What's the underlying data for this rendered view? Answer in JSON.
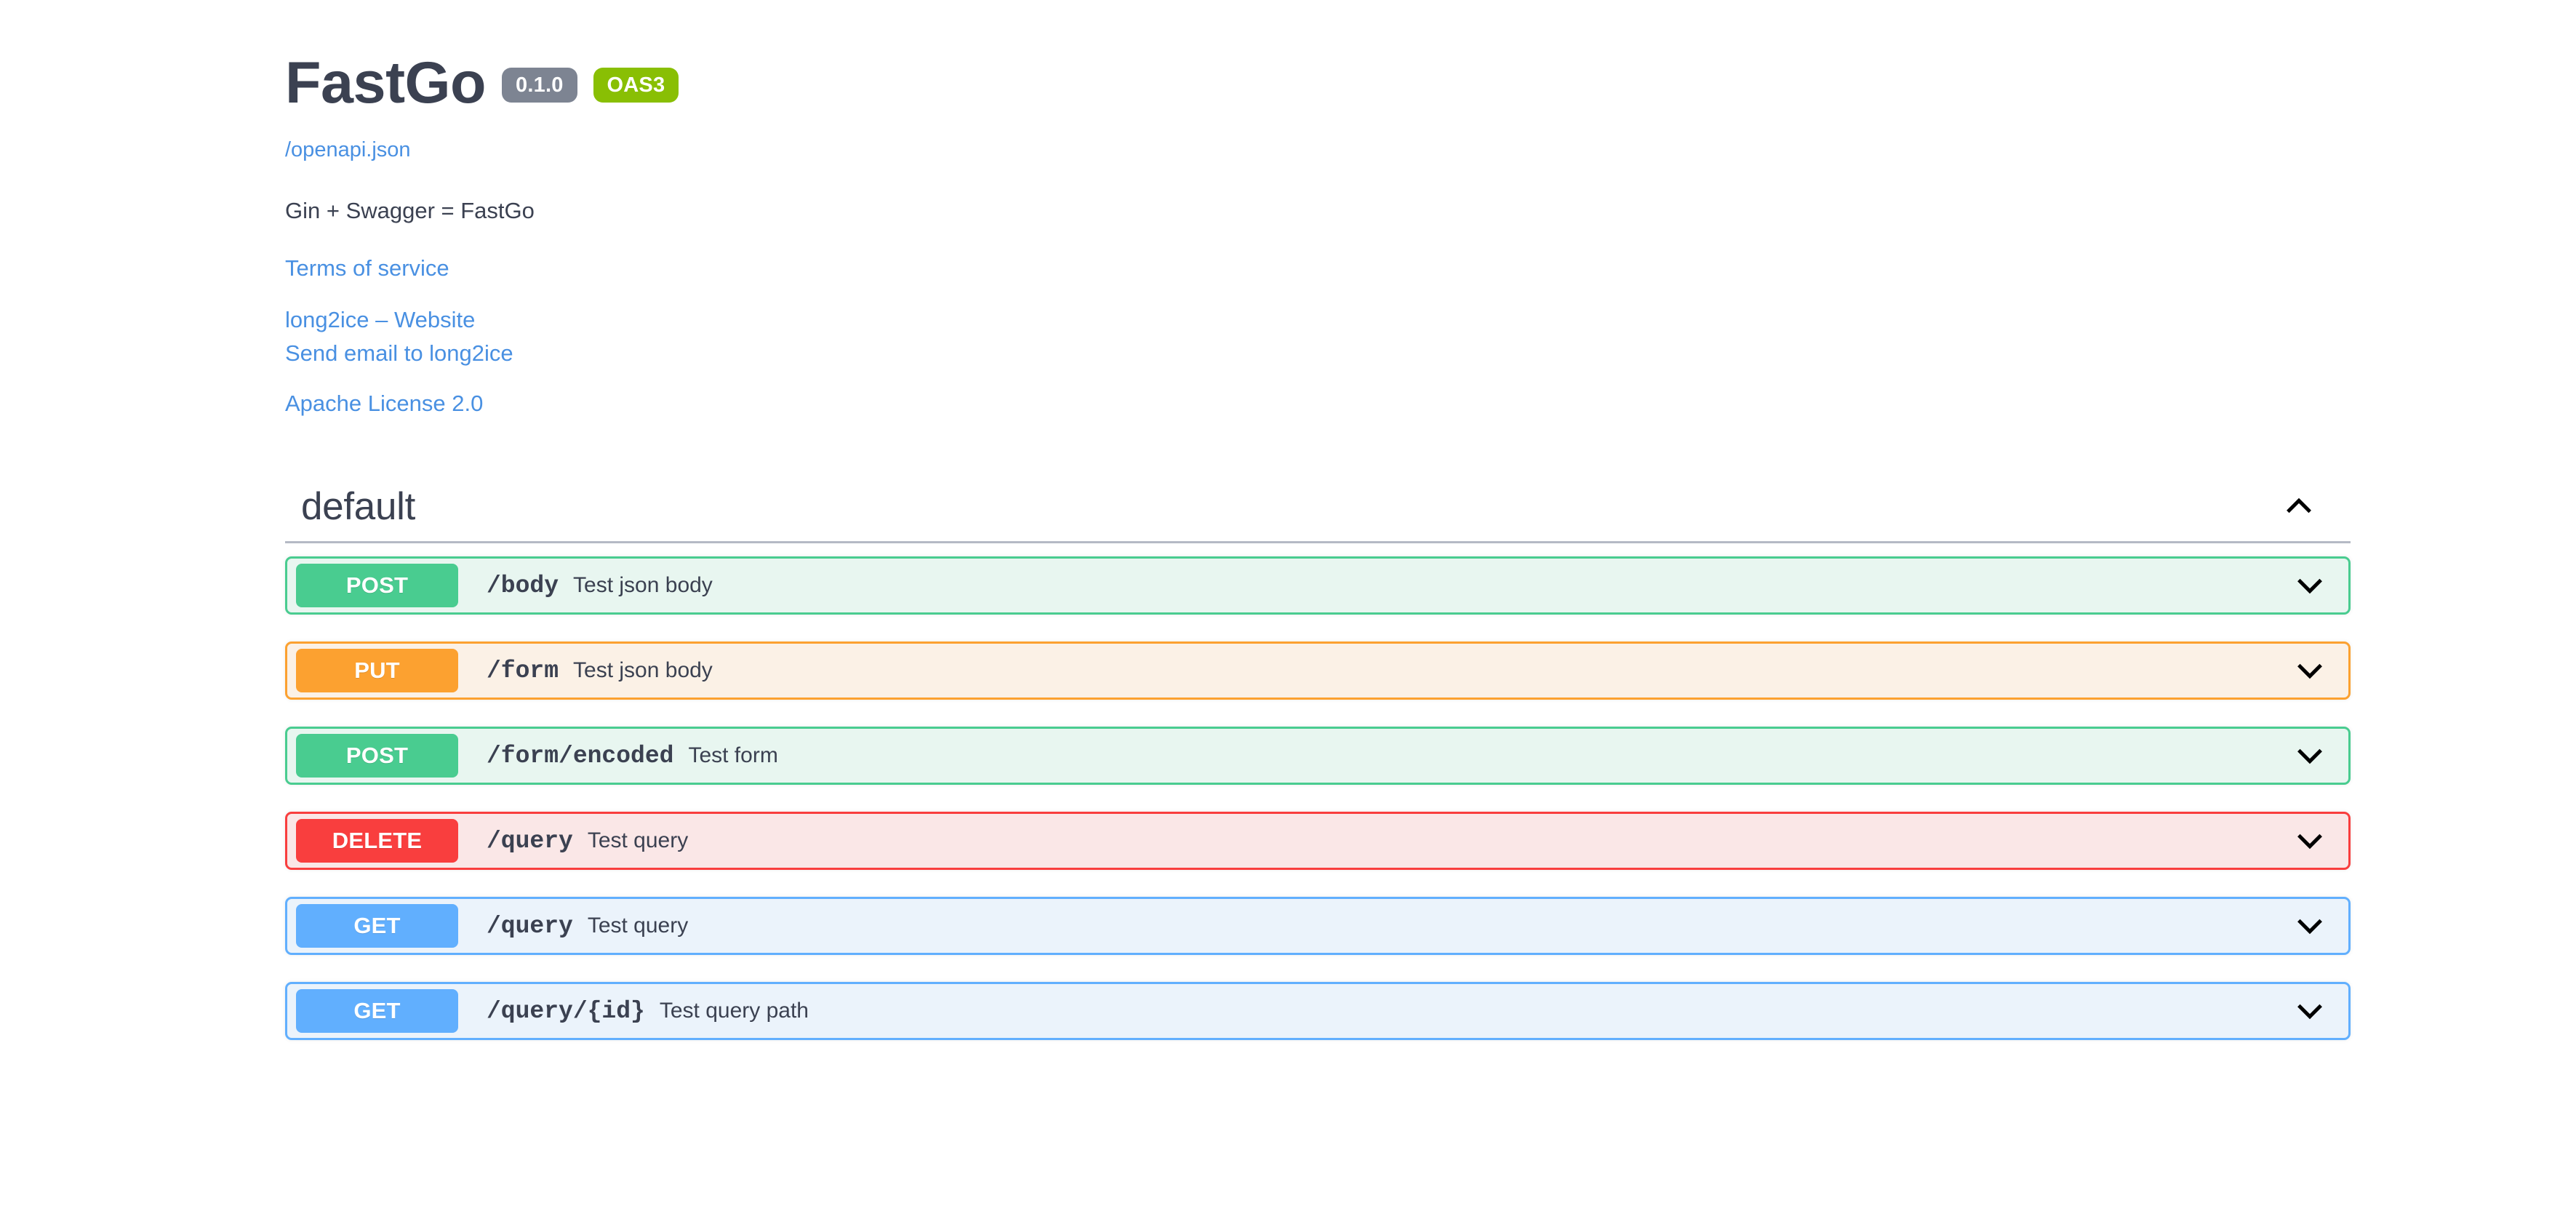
{
  "info": {
    "title": "FastGo",
    "version_badge": "0.1.0",
    "oas_badge": "OAS3",
    "spec_url_label": "/openapi.json",
    "description": "Gin + Swagger = FastGo",
    "terms_label": "Terms of service",
    "contact_website_label": "long2ice – Website",
    "contact_email_label": "Send email to long2ice",
    "license_label": "Apache License 2.0"
  },
  "colors": {
    "link": "#4990e2",
    "text": "#3b4151",
    "version_badge_bg": "#7d8492",
    "oas_badge_bg": "#89bf04",
    "get": "#61affe",
    "post": "#49cc90",
    "put": "#fca130",
    "delete": "#f93e3e",
    "divider": "#b5bac5"
  },
  "tag": {
    "name": "default",
    "expanded": true,
    "toggle_icon": "chevron-up-icon"
  },
  "operations": [
    {
      "method": "POST",
      "method_key": "post",
      "path": "/body",
      "summary": "Test json body",
      "toggle_icon": "chevron-down-icon",
      "expanded": false
    },
    {
      "method": "PUT",
      "method_key": "put",
      "path": "/form",
      "summary": "Test json body",
      "toggle_icon": "chevron-down-icon",
      "expanded": false
    },
    {
      "method": "POST",
      "method_key": "post",
      "path": "/form/encoded",
      "summary": "Test form",
      "toggle_icon": "chevron-down-icon",
      "expanded": false
    },
    {
      "method": "DELETE",
      "method_key": "delete",
      "path": "/query",
      "summary": "Test query",
      "toggle_icon": "chevron-down-icon",
      "expanded": false
    },
    {
      "method": "GET",
      "method_key": "get",
      "path": "/query",
      "summary": "Test query",
      "toggle_icon": "chevron-down-icon",
      "expanded": false
    },
    {
      "method": "GET",
      "method_key": "get",
      "path": "/query/{id}",
      "summary": "Test query path",
      "toggle_icon": "chevron-down-icon",
      "expanded": false
    }
  ]
}
